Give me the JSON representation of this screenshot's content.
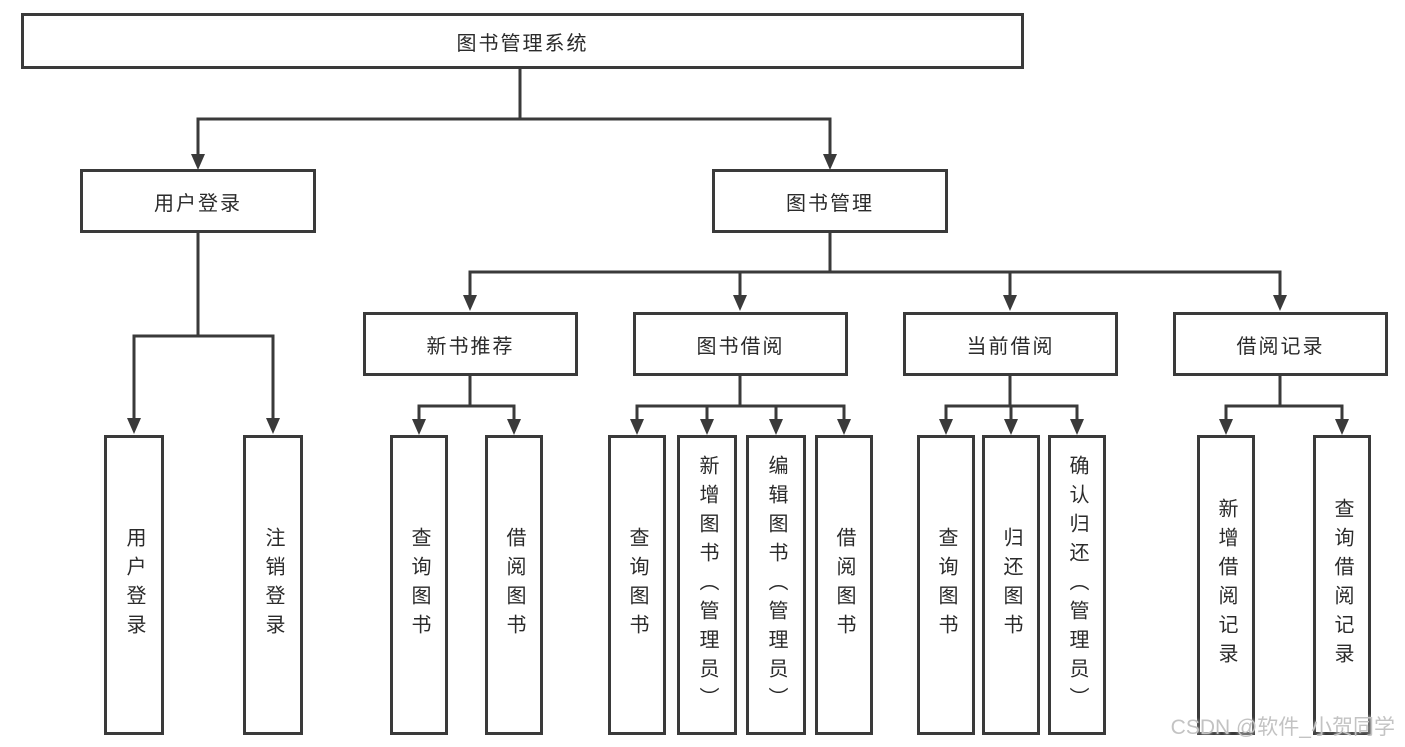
{
  "diagram": {
    "label": "图书管理系统",
    "children": [
      {
        "label": "用户登录",
        "children": [
          {
            "label": "用户登录"
          },
          {
            "label": "注销登录"
          }
        ]
      },
      {
        "label": "图书管理",
        "children": [
          {
            "label": "新书推荐",
            "children": [
              {
                "label": "查询图书"
              },
              {
                "label": "借阅图书"
              }
            ]
          },
          {
            "label": "图书借阅",
            "children": [
              {
                "label": "查询图书"
              },
              {
                "label": "新增图书（管理员）"
              },
              {
                "label": "编辑图书（管理员）"
              },
              {
                "label": "借阅图书"
              }
            ]
          },
          {
            "label": "当前借阅",
            "children": [
              {
                "label": "查询图书"
              },
              {
                "label": "归还图书"
              },
              {
                "label": "确认归还（管理员）"
              }
            ]
          },
          {
            "label": "借阅记录",
            "children": [
              {
                "label": "新增借阅记录"
              },
              {
                "label": "查询借阅记录"
              }
            ]
          }
        ]
      }
    ]
  },
  "watermark": {
    "text": "CSDN @软件_小贺同学"
  },
  "colors": {
    "line": "#3a3a3a",
    "text": "#2b2b2b",
    "watermark": "#c3c3c3",
    "background": "#ffffff"
  }
}
